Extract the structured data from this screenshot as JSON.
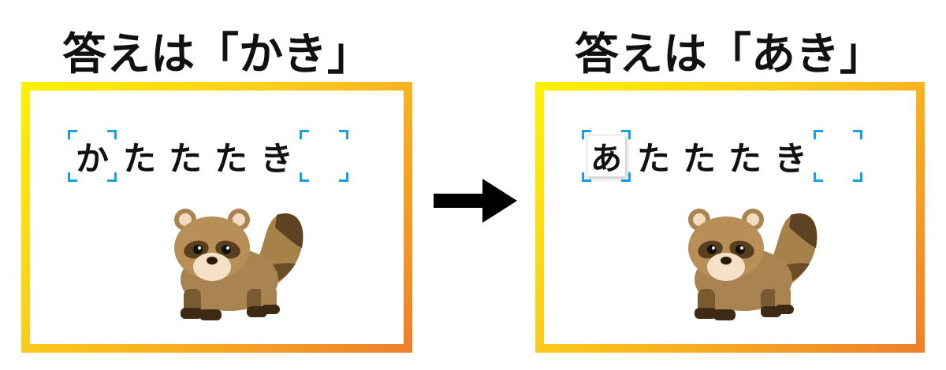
{
  "left_panel": {
    "title": "答えは「かき」",
    "blank_char": "か",
    "letters": [
      "た",
      "た",
      "た",
      "き"
    ]
  },
  "right_panel": {
    "title": "答えは「あき」",
    "tile_char": "あ",
    "letters": [
      "た",
      "た",
      "た",
      "き"
    ]
  },
  "icons": {
    "animal": "tanuki-illustration",
    "transition": "right-arrow-icon"
  },
  "colors": {
    "frame_gradient_start": "#fff200",
    "frame_gradient_end": "#ee7f2d",
    "bracket": "#1a9fdf",
    "text": "#111111"
  }
}
